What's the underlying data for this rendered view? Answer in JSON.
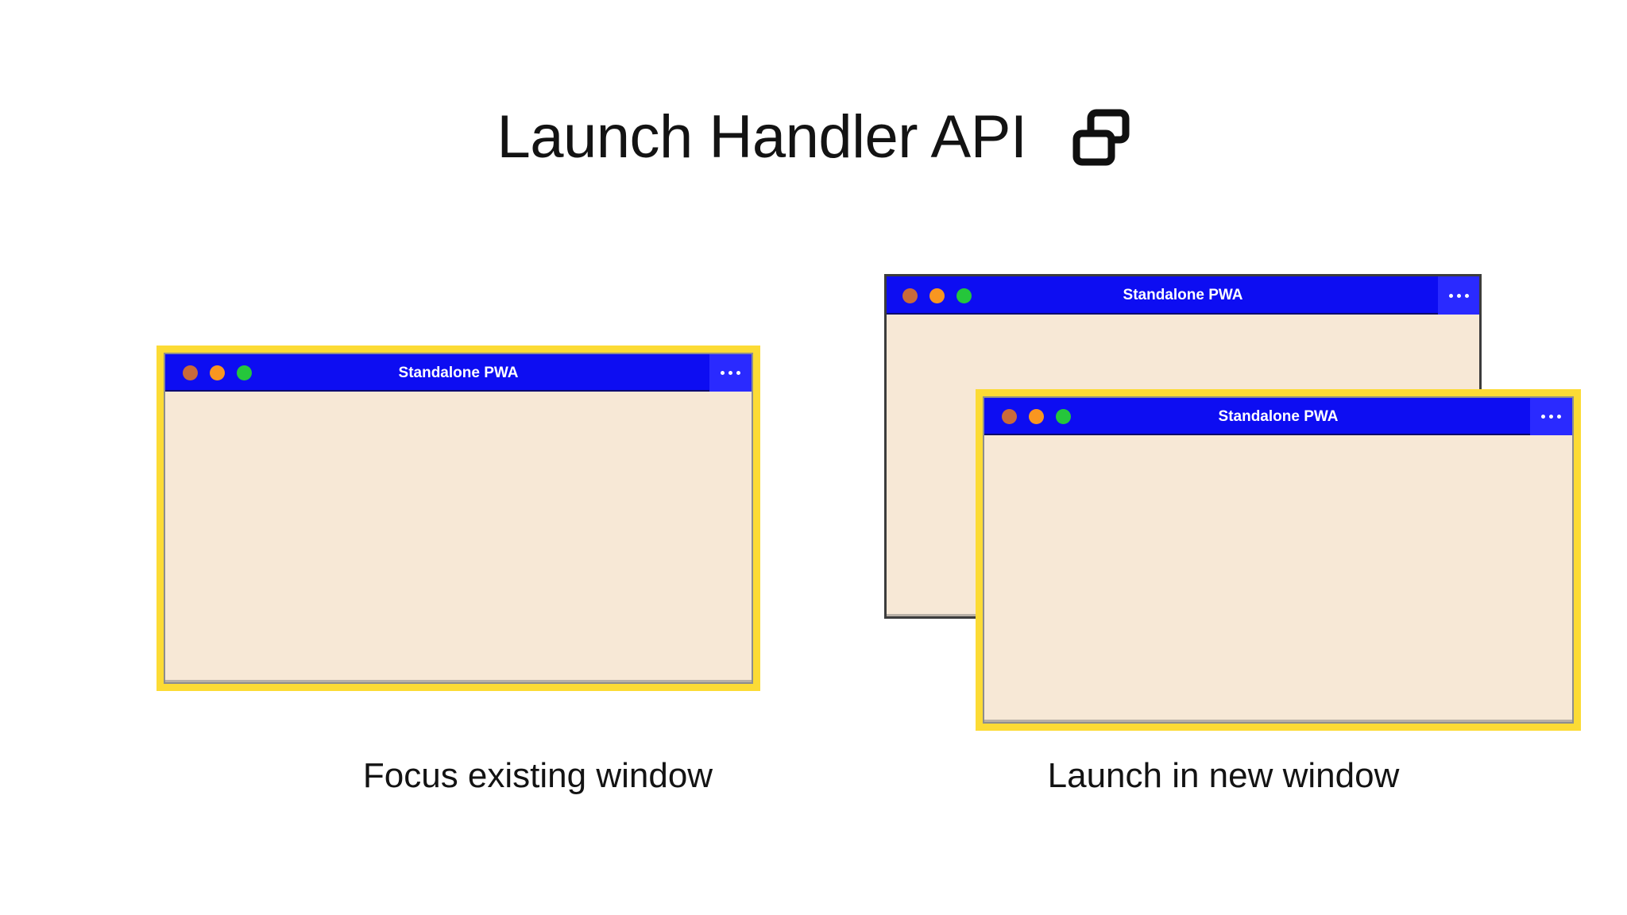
{
  "header": {
    "title": "Launch Handler API",
    "icon": "two-overlapping-windows-icon"
  },
  "colors": {
    "background": "#ffffff",
    "titlebar_blue": "#0d0df2",
    "menu_panel_blue": "#2a2aff",
    "window_body_cream": "#f7e8d6",
    "highlight_yellow": "#fcdb35",
    "plain_border_gray": "#3c3c3c",
    "text_dark": "#131313",
    "traffic_close": "#c96a3a",
    "traffic_min": "#f99620",
    "traffic_max": "#25c63b"
  },
  "scenarios": [
    {
      "id": "focus-existing",
      "caption": "Focus existing window",
      "windows": [
        {
          "id": "win-left",
          "title": "Standalone PWA",
          "highlighted": true,
          "menu_label": "…",
          "traffic_lights": [
            "close",
            "minimize",
            "maximize"
          ]
        }
      ]
    },
    {
      "id": "launch-new",
      "caption": "Launch in new window",
      "windows": [
        {
          "id": "win-back",
          "title": "Standalone PWA",
          "highlighted": false,
          "menu_label": "…",
          "traffic_lights": [
            "close",
            "minimize",
            "maximize"
          ]
        },
        {
          "id": "win-front",
          "title": "Standalone PWA",
          "highlighted": true,
          "menu_label": "…",
          "traffic_lights": [
            "close",
            "minimize",
            "maximize"
          ]
        }
      ]
    }
  ]
}
